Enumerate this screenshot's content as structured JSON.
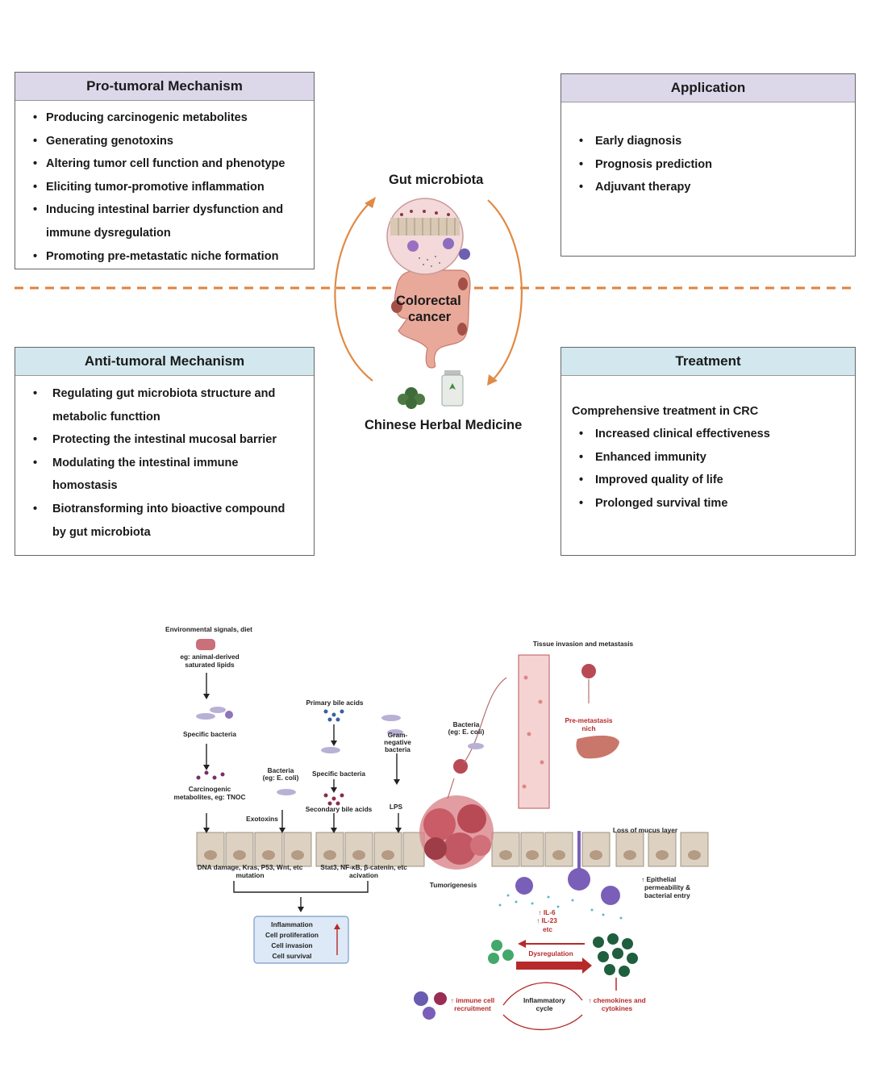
{
  "top": {
    "pro_tumoral": {
      "title": "Pro-tumoral Mechanism",
      "items": [
        "Producing carcinogenic metabolites",
        "Generating genotoxins",
        "Altering tumor cell function and phenotype",
        "Eliciting tumor-promotive  inflammation",
        "Inducing intestinal barrier dysfunction and",
        "immune dysregulation",
        "Promoting pre-metastatic niche formation"
      ]
    },
    "application": {
      "title": "Application",
      "items": [
        "Early diagnosis",
        "Prognosis prediction",
        "Adjuvant therapy"
      ]
    },
    "anti_tumoral": {
      "title": "Anti-tumoral Mechanism",
      "items": [
        "Regulating gut microbiota structure and",
        "metabolic functtion",
        "Protecting the intestinal mucosal barrier",
        "Modulating the intestinal immune",
        "homostasis",
        "Biotransforming into bioactive compound",
        "by gut microbiota"
      ]
    },
    "treatment": {
      "title": "Treatment",
      "intro": "Comprehensive treatment in CRC",
      "items": [
        "Increased clinical effectiveness",
        "Enhanced immunity",
        "Improved quality of life",
        "Prolonged survival time"
      ]
    },
    "center": {
      "gut_microbiota": "Gut microbiota",
      "colorectal_line1": "Colorectal",
      "colorectal_line2": "cancer",
      "herbal": "Chinese Herbal Medicine"
    }
  },
  "bottom": {
    "env_signals": "Environmental signals, diet",
    "animal_lipids_1": "eg: animal-derived",
    "animal_lipids_2": "saturated lipids",
    "specific_bacteria_1": "Specific bacteria",
    "carcinogenic_1": "Carcinogenic",
    "carcinogenic_2": "metabolites, eg: TNOC",
    "bacteria_ecoli_1_a": "Bacteria",
    "bacteria_ecoli_1_b": "(eg: E. coli)",
    "exotoxins": "Exotoxins",
    "primary_bile": "Primary bile acids",
    "specific_bacteria_2": "Specific bacteria",
    "secondary_bile": "Secondary bile acids",
    "gram_1": "Gram-",
    "gram_2": "negative",
    "gram_3": "bacteria",
    "lps": "LPS",
    "bacteria_ecoli_2_a": "Bacteria",
    "bacteria_ecoli_2_b": "(eg: E. coli)",
    "tissue_invasion": "Tissue invasion and metastasis",
    "premetastasis_1": "Pre-metastasis",
    "premetastasis_2": "nich",
    "loss_mucus": "Loss of mucus layer",
    "dna_damage_1": "DNA damage, Kras, P53, Wnt, etc",
    "dna_damage_2": "mutation",
    "stat3_1": "Stat3, NF-κB, β-catenin, etc",
    "stat3_2": "acivation",
    "tumorigenesis": "Tumorigenesis",
    "epithelial_1": "↑ Epithelial",
    "epithelial_2": "permeability &",
    "epithelial_3": "bacterial entry",
    "il6": "↑ IL-6",
    "il23": "↑ IL-23",
    "etc": "etc",
    "dysregulation": "Dysregulation",
    "immune_recruit_1": "↑ immune cell",
    "immune_recruit_2": "recruitment",
    "inflam_cycle_1": "Inflammatory",
    "inflam_cycle_2": "cycle",
    "chemokines_1": "↑ chemokines and",
    "chemokines_2": "cytokines",
    "outcome": [
      "Inflammation",
      "Cell proliferation",
      "Cell invasion",
      "Cell survival"
    ]
  },
  "colors": {
    "purple_header": "#ddd7ea",
    "blue_header": "#d2e8ee",
    "dashed_line": "#e0823a",
    "arrow_orange": "#e08a45",
    "dark_red": "#b62a2a"
  }
}
